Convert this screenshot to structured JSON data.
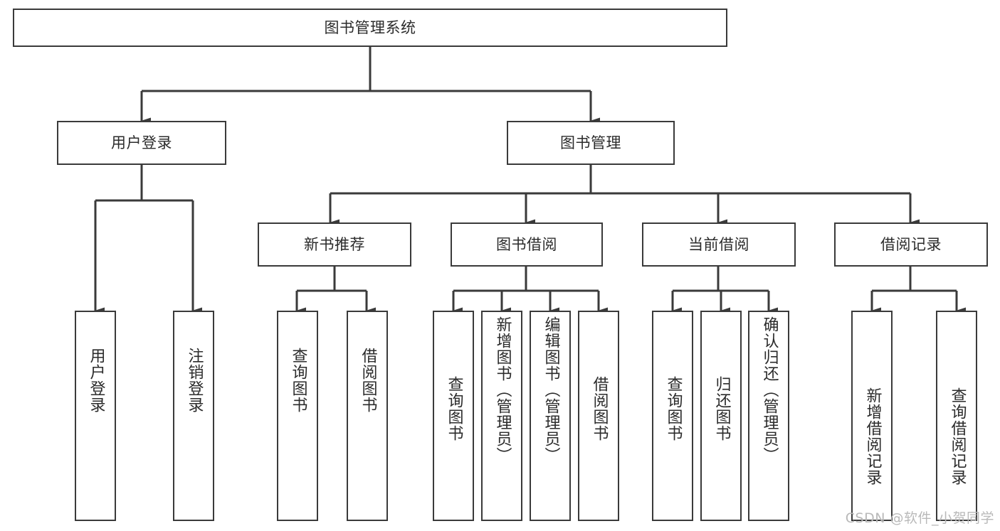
{
  "diagram": {
    "title": "图书管理系统",
    "type": "tree-hierarchy-chart",
    "line_color": "#3a3a3a",
    "box_fill": "#ffffff",
    "background": "#ffffff",
    "text_color": "#2b2b2b"
  },
  "root": {
    "label": "图书管理系统"
  },
  "level2": [
    {
      "label": "用户登录"
    },
    {
      "label": "图书管理"
    }
  ],
  "level3": [
    {
      "label": "新书推荐"
    },
    {
      "label": "图书借阅"
    },
    {
      "label": "当前借阅"
    },
    {
      "label": "借阅记录"
    }
  ],
  "leaves": {
    "user_login": [
      {
        "label": "用户登录"
      },
      {
        "label": "注销登录"
      }
    ],
    "new_book_recommend": [
      {
        "label": "查询图书"
      },
      {
        "label": "借阅图书"
      }
    ],
    "book_borrow": [
      {
        "label": "查询图书"
      },
      {
        "label": "新增图书（管理员）"
      },
      {
        "label": "编辑图书（管理员）"
      },
      {
        "label": "借阅图书"
      }
    ],
    "current_borrow": [
      {
        "label": "查询图书"
      },
      {
        "label": "归还图书"
      },
      {
        "label": "确认归还（管理员）"
      }
    ],
    "borrow_records": [
      {
        "label": "新增借阅记录"
      },
      {
        "label": "查询借阅记录"
      }
    ]
  },
  "watermark": {
    "text": "CSDN @软件_小贺同学"
  }
}
